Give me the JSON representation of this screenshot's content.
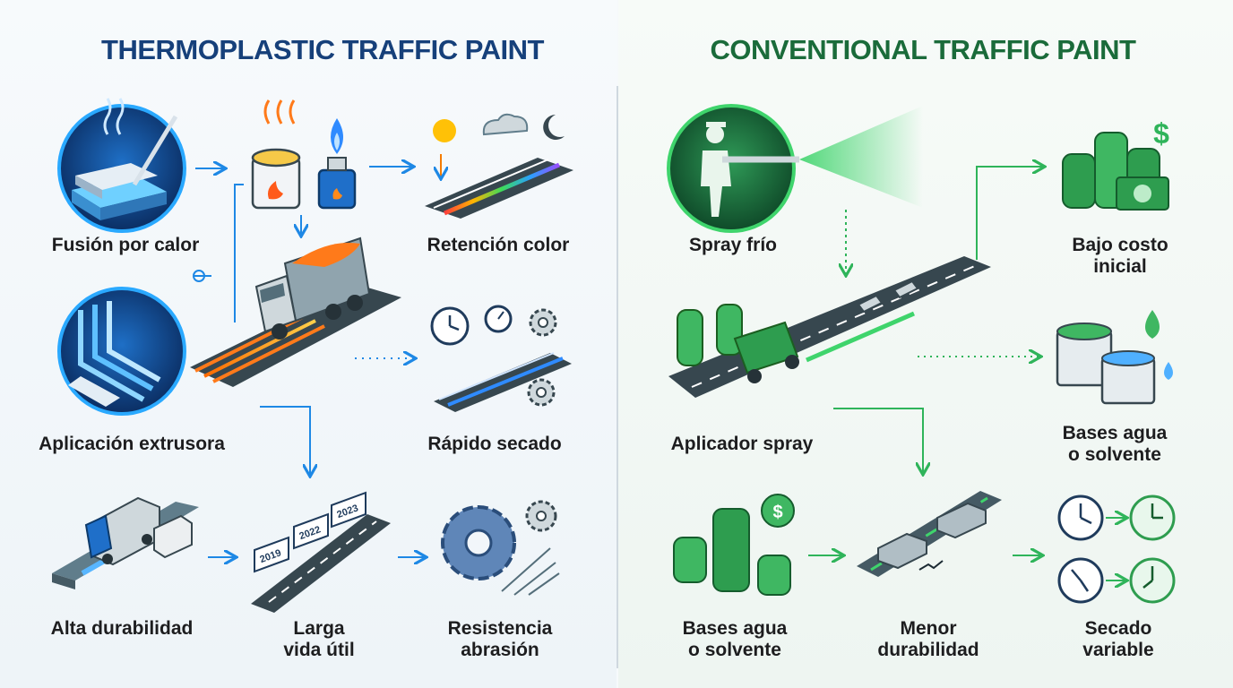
{
  "left": {
    "title": "THERMOPLASTIC TRAFFIC PAINT",
    "title_color": "#16407a",
    "accent": "#1e88e5",
    "labels": {
      "fusion": "Fusión por calor",
      "retencion": "Retención color",
      "aplicacion": "Aplicación extrusora",
      "rapido": "Rápido secado",
      "alta": "Alta durabilidad",
      "larga": "Larga\nvida útil",
      "resistencia": "Resistencia\nabrasión"
    },
    "years": [
      "2019",
      "2022",
      "2023"
    ]
  },
  "right": {
    "title": "CONVENTIONAL TRAFFIC PAINT",
    "title_color": "#1a6b3a",
    "accent": "#2fb45a",
    "labels": {
      "spray": "Spray frío",
      "bajo": "Bajo costo\ninicial",
      "aplicador": "Aplicador spray",
      "bases_top": "Bases agua\no solvente",
      "bases_bottom": "Bases agua\no solvente",
      "menor": "Menor\ndurabilidad",
      "secado": "Secado\nvariable"
    },
    "currency_symbol": "$"
  }
}
